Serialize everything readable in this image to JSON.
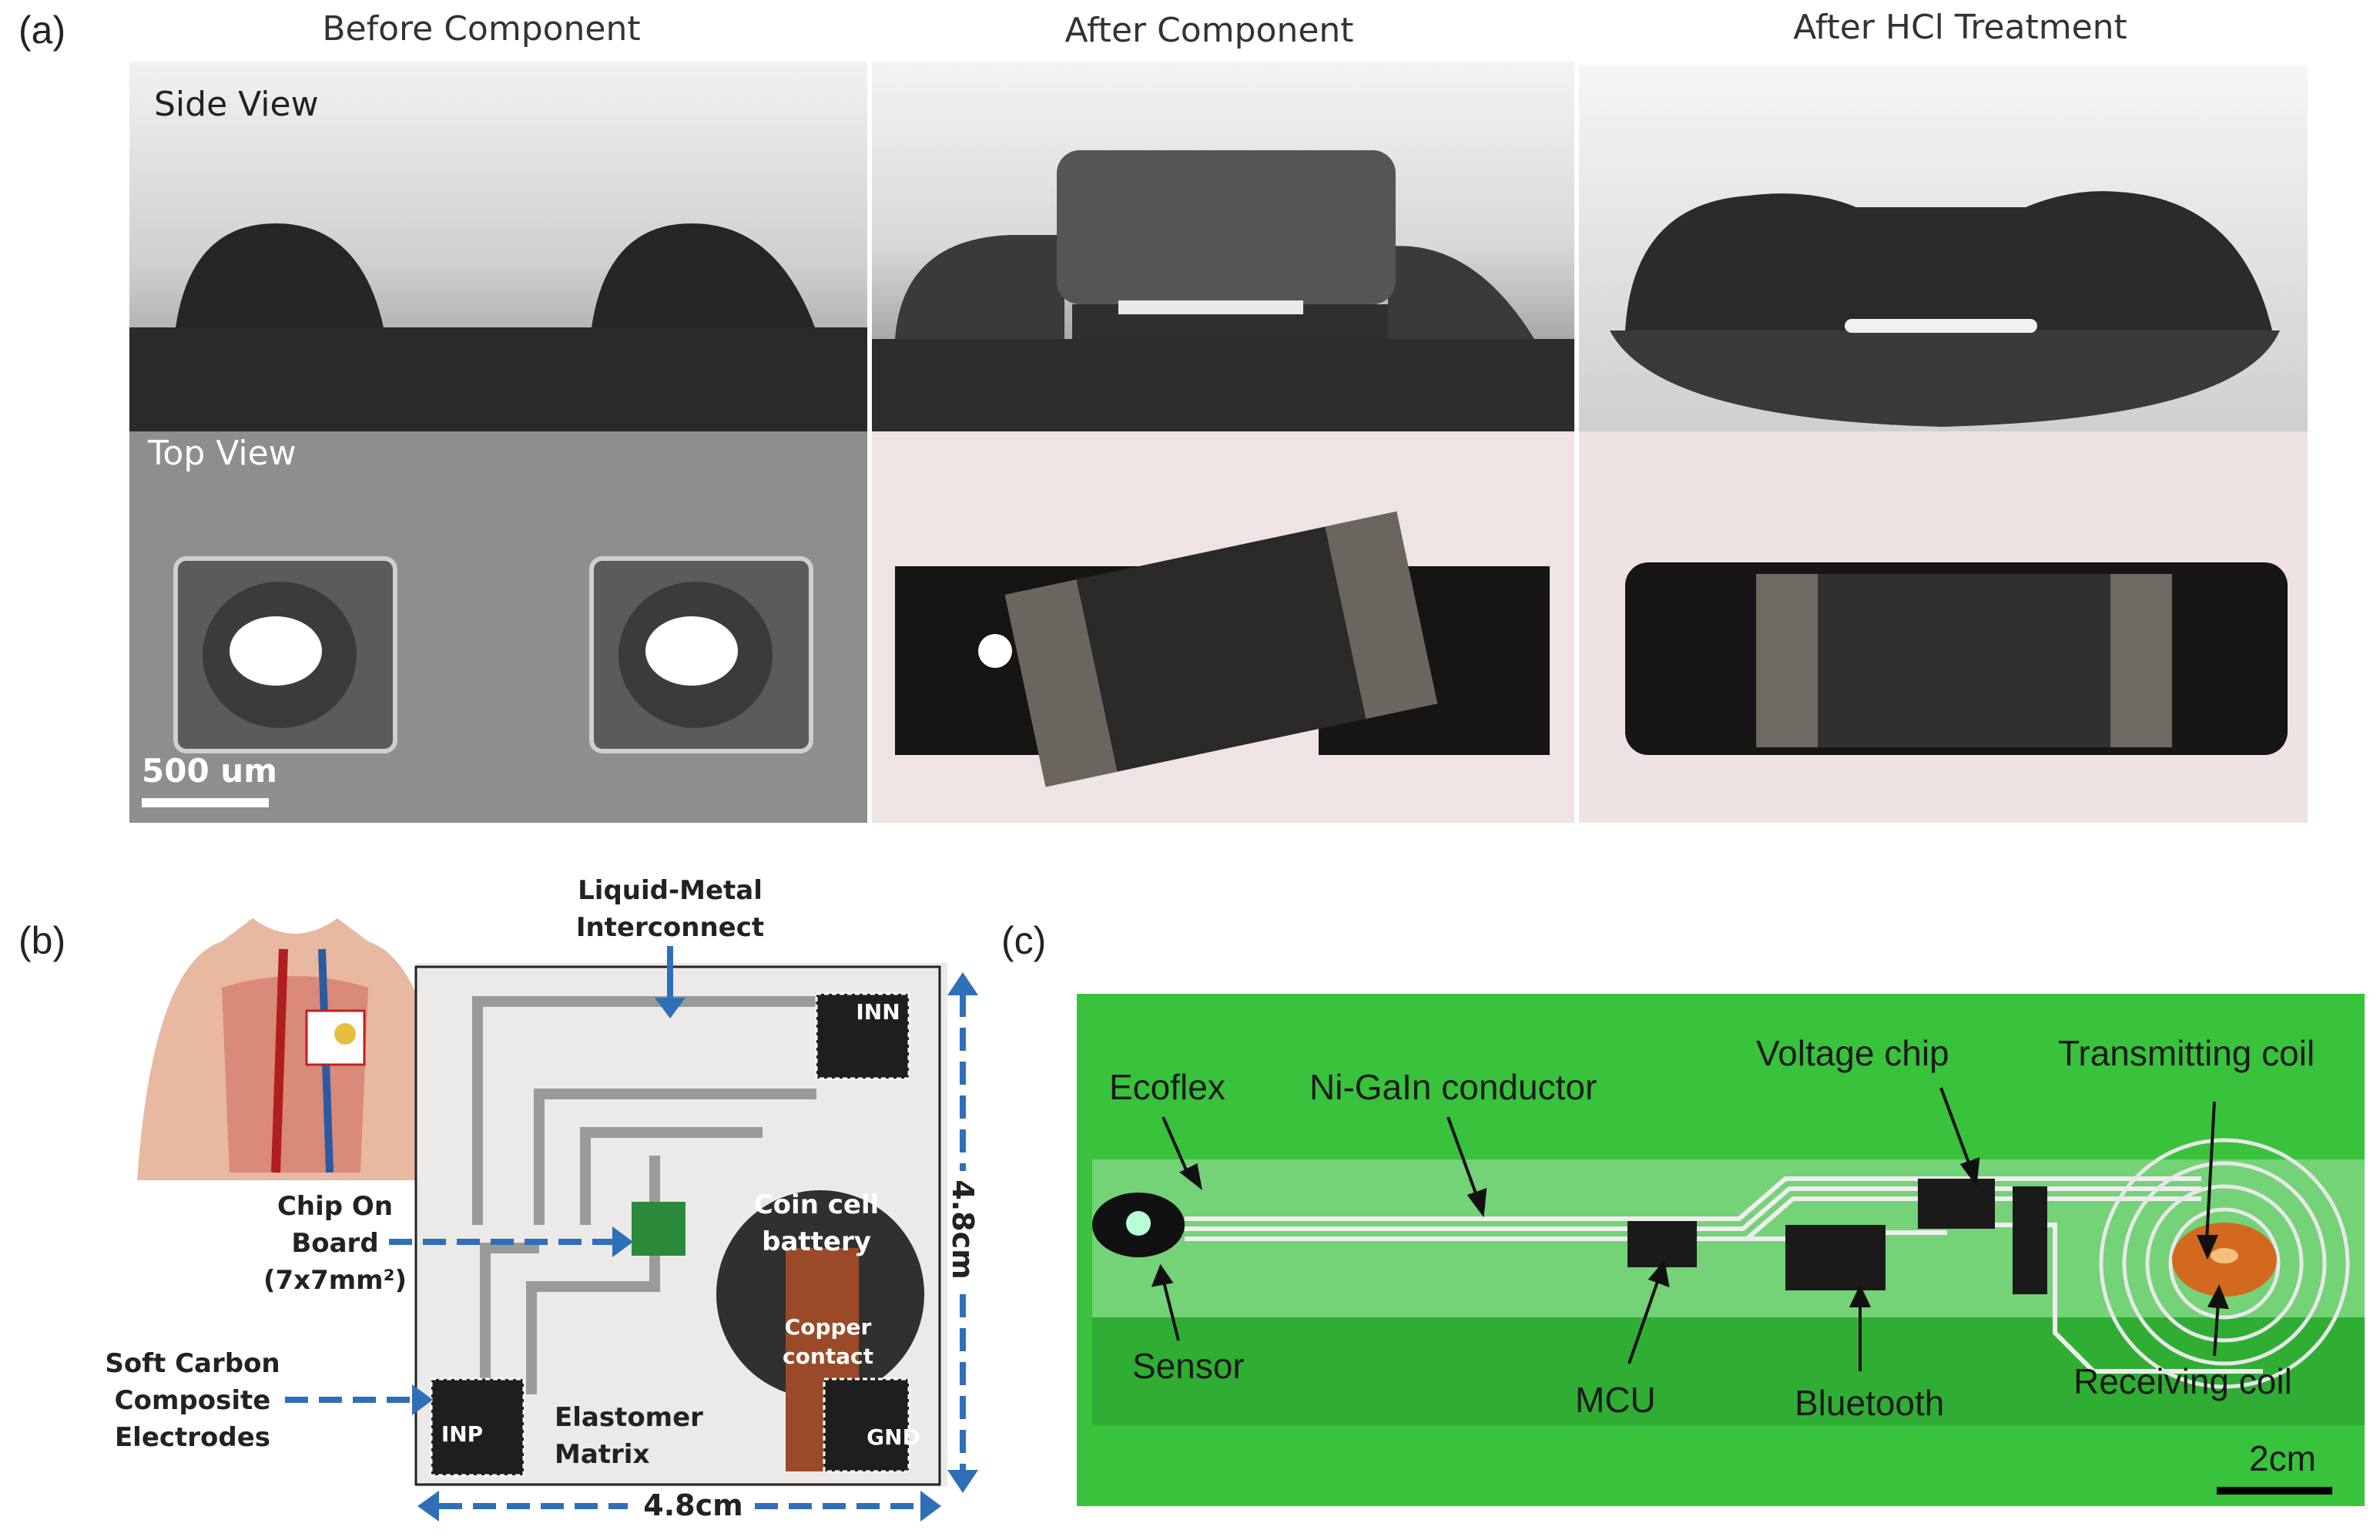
{
  "panel_a": {
    "letter": "(a)",
    "columns": [
      "Before Component",
      "After Component",
      "After HCl Treatment"
    ],
    "side_view": "Side View",
    "top_view": "Top View",
    "scale_bar": "500 um"
  },
  "panel_b": {
    "letter": "(b)",
    "liquid_metal": [
      "Liquid-Metal",
      "Interconnect"
    ],
    "chip_on_board": [
      "Chip On",
      "Board",
      "(7x7mm²)"
    ],
    "soft_carbon": [
      "Soft Carbon",
      "Composite",
      "Electrodes"
    ],
    "elastomer": [
      "Elastomer",
      "Matrix"
    ],
    "coin_cell": [
      "Coin cell",
      "battery"
    ],
    "copper": [
      "Copper",
      "contact"
    ],
    "inn": "INN",
    "inp": "INP",
    "gnd": "GND",
    "dim_vertical": "4.8cm",
    "dim_horizontal": "4.8cm"
  },
  "panel_c": {
    "letter": "(c)",
    "ecoflex": "Ecoflex",
    "conductor": "Ni-GaIn conductor",
    "voltage_chip": "Voltage chip",
    "transmitting": "Transmitting coil",
    "sensor": "Sensor",
    "mcu": "MCU",
    "bluetooth": "Bluetooth",
    "receiving": "Receiving coil",
    "scale_bar": "2cm"
  },
  "colors": {
    "arrow_blue": "#2f6fb8",
    "green_bg": "#39c23c",
    "copper": "#9a4a28"
  }
}
